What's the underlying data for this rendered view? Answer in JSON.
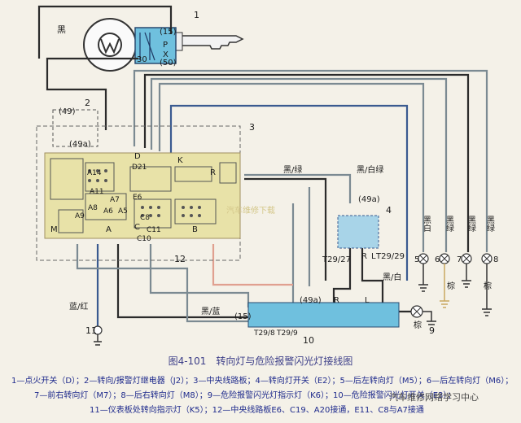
{
  "labels": {
    "black": "黑",
    "n49": "(49)",
    "n49a": "(49a)",
    "n15": "(15)",
    "n50": "(50)",
    "p": "P",
    "x": "X",
    "n30": "30",
    "d": "D",
    "d21": "D21",
    "k": "K",
    "r": "R",
    "a14": "A14",
    "a11": "A11",
    "a7": "A7",
    "a8": "A8",
    "a9": "A9",
    "a6": "A6",
    "a5": "A5",
    "a": "A",
    "b": "B",
    "c": "C",
    "e6": "E6",
    "c8": "C8",
    "c11": "C11",
    "c10": "C10",
    "m": "M",
    "black_green": "黑/绿",
    "black_white_green": "黑/白绿",
    "t29_27": "T29/27",
    "t29_29": "T29/29",
    "l": "L",
    "l2": "L",
    "r2": "R",
    "r3": "R",
    "n49a_2": "(49a)",
    "black_white_2": "黑/白",
    "blue_red": "蓝/红",
    "black_blue": "黑/蓝",
    "n15_b": "(15)",
    "t29_8": "T29/8",
    "t29_9": "T29/9",
    "brown1": "棕",
    "brown2": "棕",
    "brown3": "棕",
    "bw_5": "黑白",
    "bg_6": "黑绿",
    "bg_7": "黑绿",
    "bg_8": "黑绿",
    "n1": "1",
    "n2": "2",
    "n3": "3",
    "n4": "4",
    "n5": "5",
    "n6": "6",
    "n7": "7",
    "n8": "8",
    "n9": "9",
    "n10": "10",
    "n11": "11",
    "n12": "12",
    "center_text": "汽车维修下载"
  },
  "figure": {
    "title": "图4-101　转向灯与危险报警闪光灯接线图"
  },
  "legend": {
    "line1": "1—点火开关（D）；2—转向/报警灯继电器（J2）；3—中央线路板；4—转向灯开关（E2）；5—后左转向灯（M5）；6—后左转向灯（M6）；",
    "line2": "7—前右转向灯（M7）；8—后右转向灯（M8）；9—危险报警闪光灯指示灯（K6）；10—危险报警闪光灯开关（E3）；",
    "line3": "11—仪表板处转向指示灯（K5）；12—中央线路板E6、C19、A20接通，E11、C8与A7接通"
  },
  "watermark": "汽车维修网络学习中心",
  "colors": {
    "wire_dark": "#2b2b2b",
    "wire_gray": "#7b8a92",
    "wire_blue": "#3a5a90",
    "wire_pink": "#e0a090",
    "board_yellow": "#e8e2a8",
    "switch_blue": "#6fc0de",
    "caption": "#1e2a8c"
  }
}
